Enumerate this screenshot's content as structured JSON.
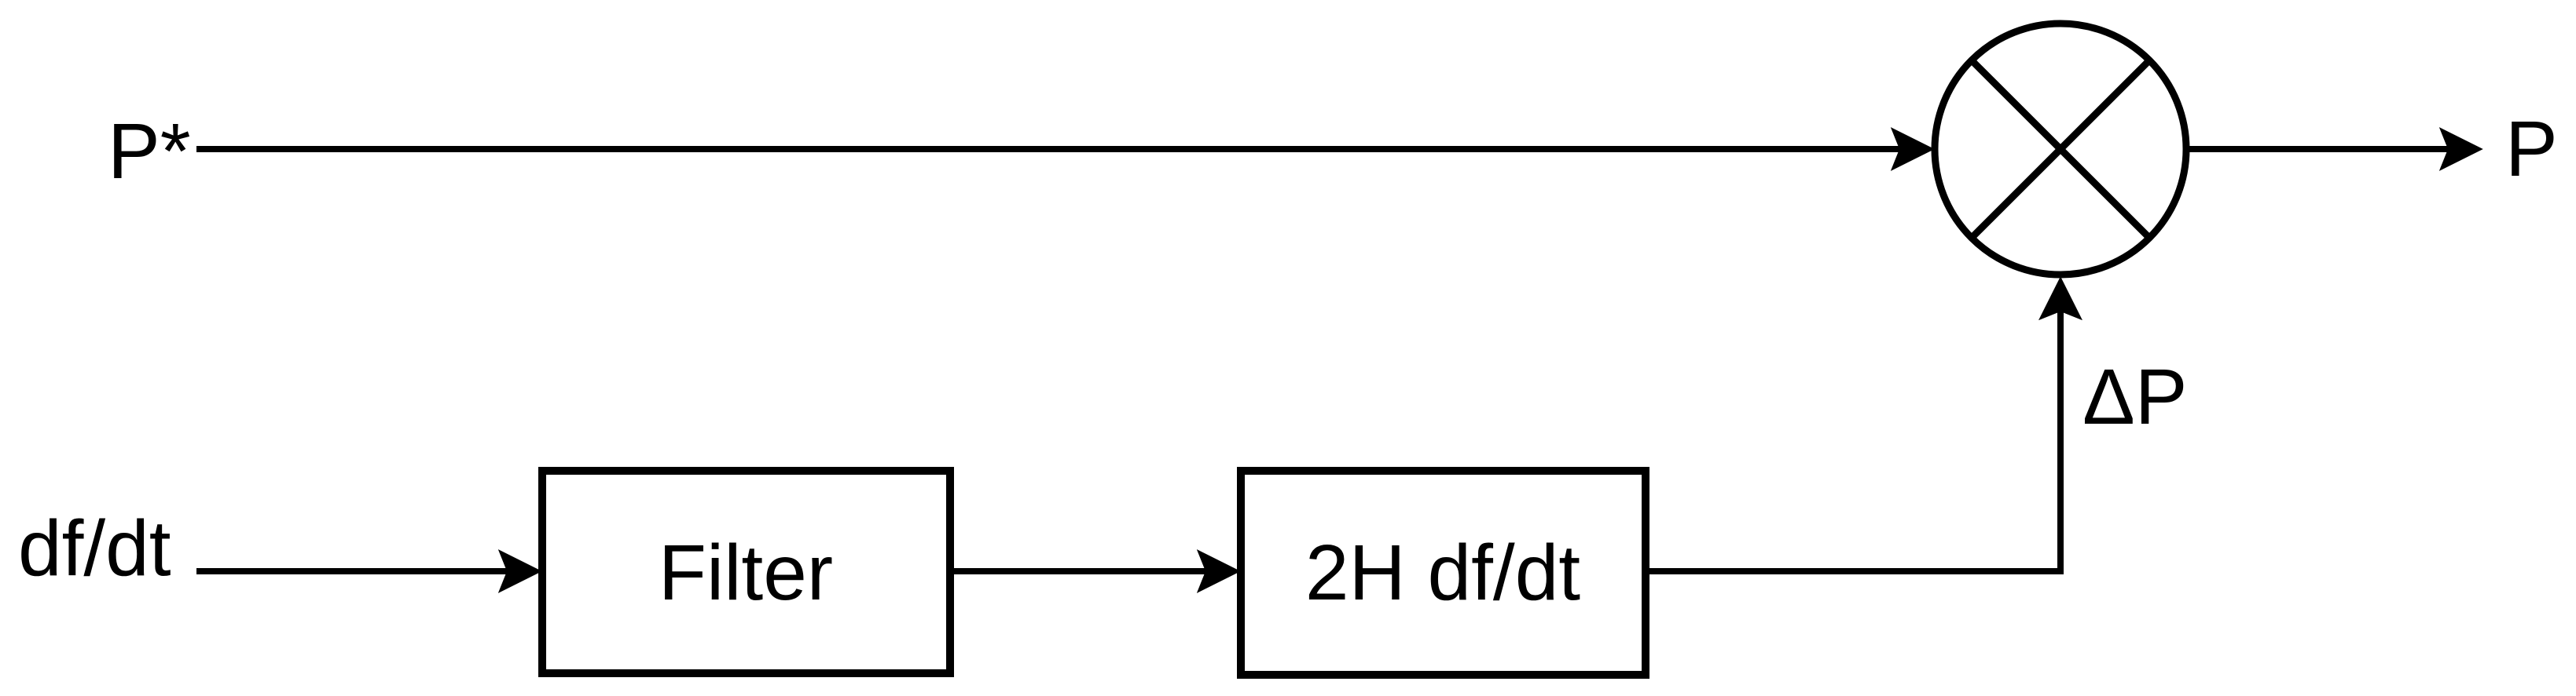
{
  "labels": {
    "p_setpoint": "P*",
    "dfdt_input": "df/dt",
    "filter_block": "Filter",
    "inertia_block": "2H df/dt",
    "delta_p": "ΔP",
    "p_output": "P"
  },
  "colors": {
    "line": "#000000",
    "delta_p_label": "#16324F",
    "background": "#FFFFFF"
  }
}
